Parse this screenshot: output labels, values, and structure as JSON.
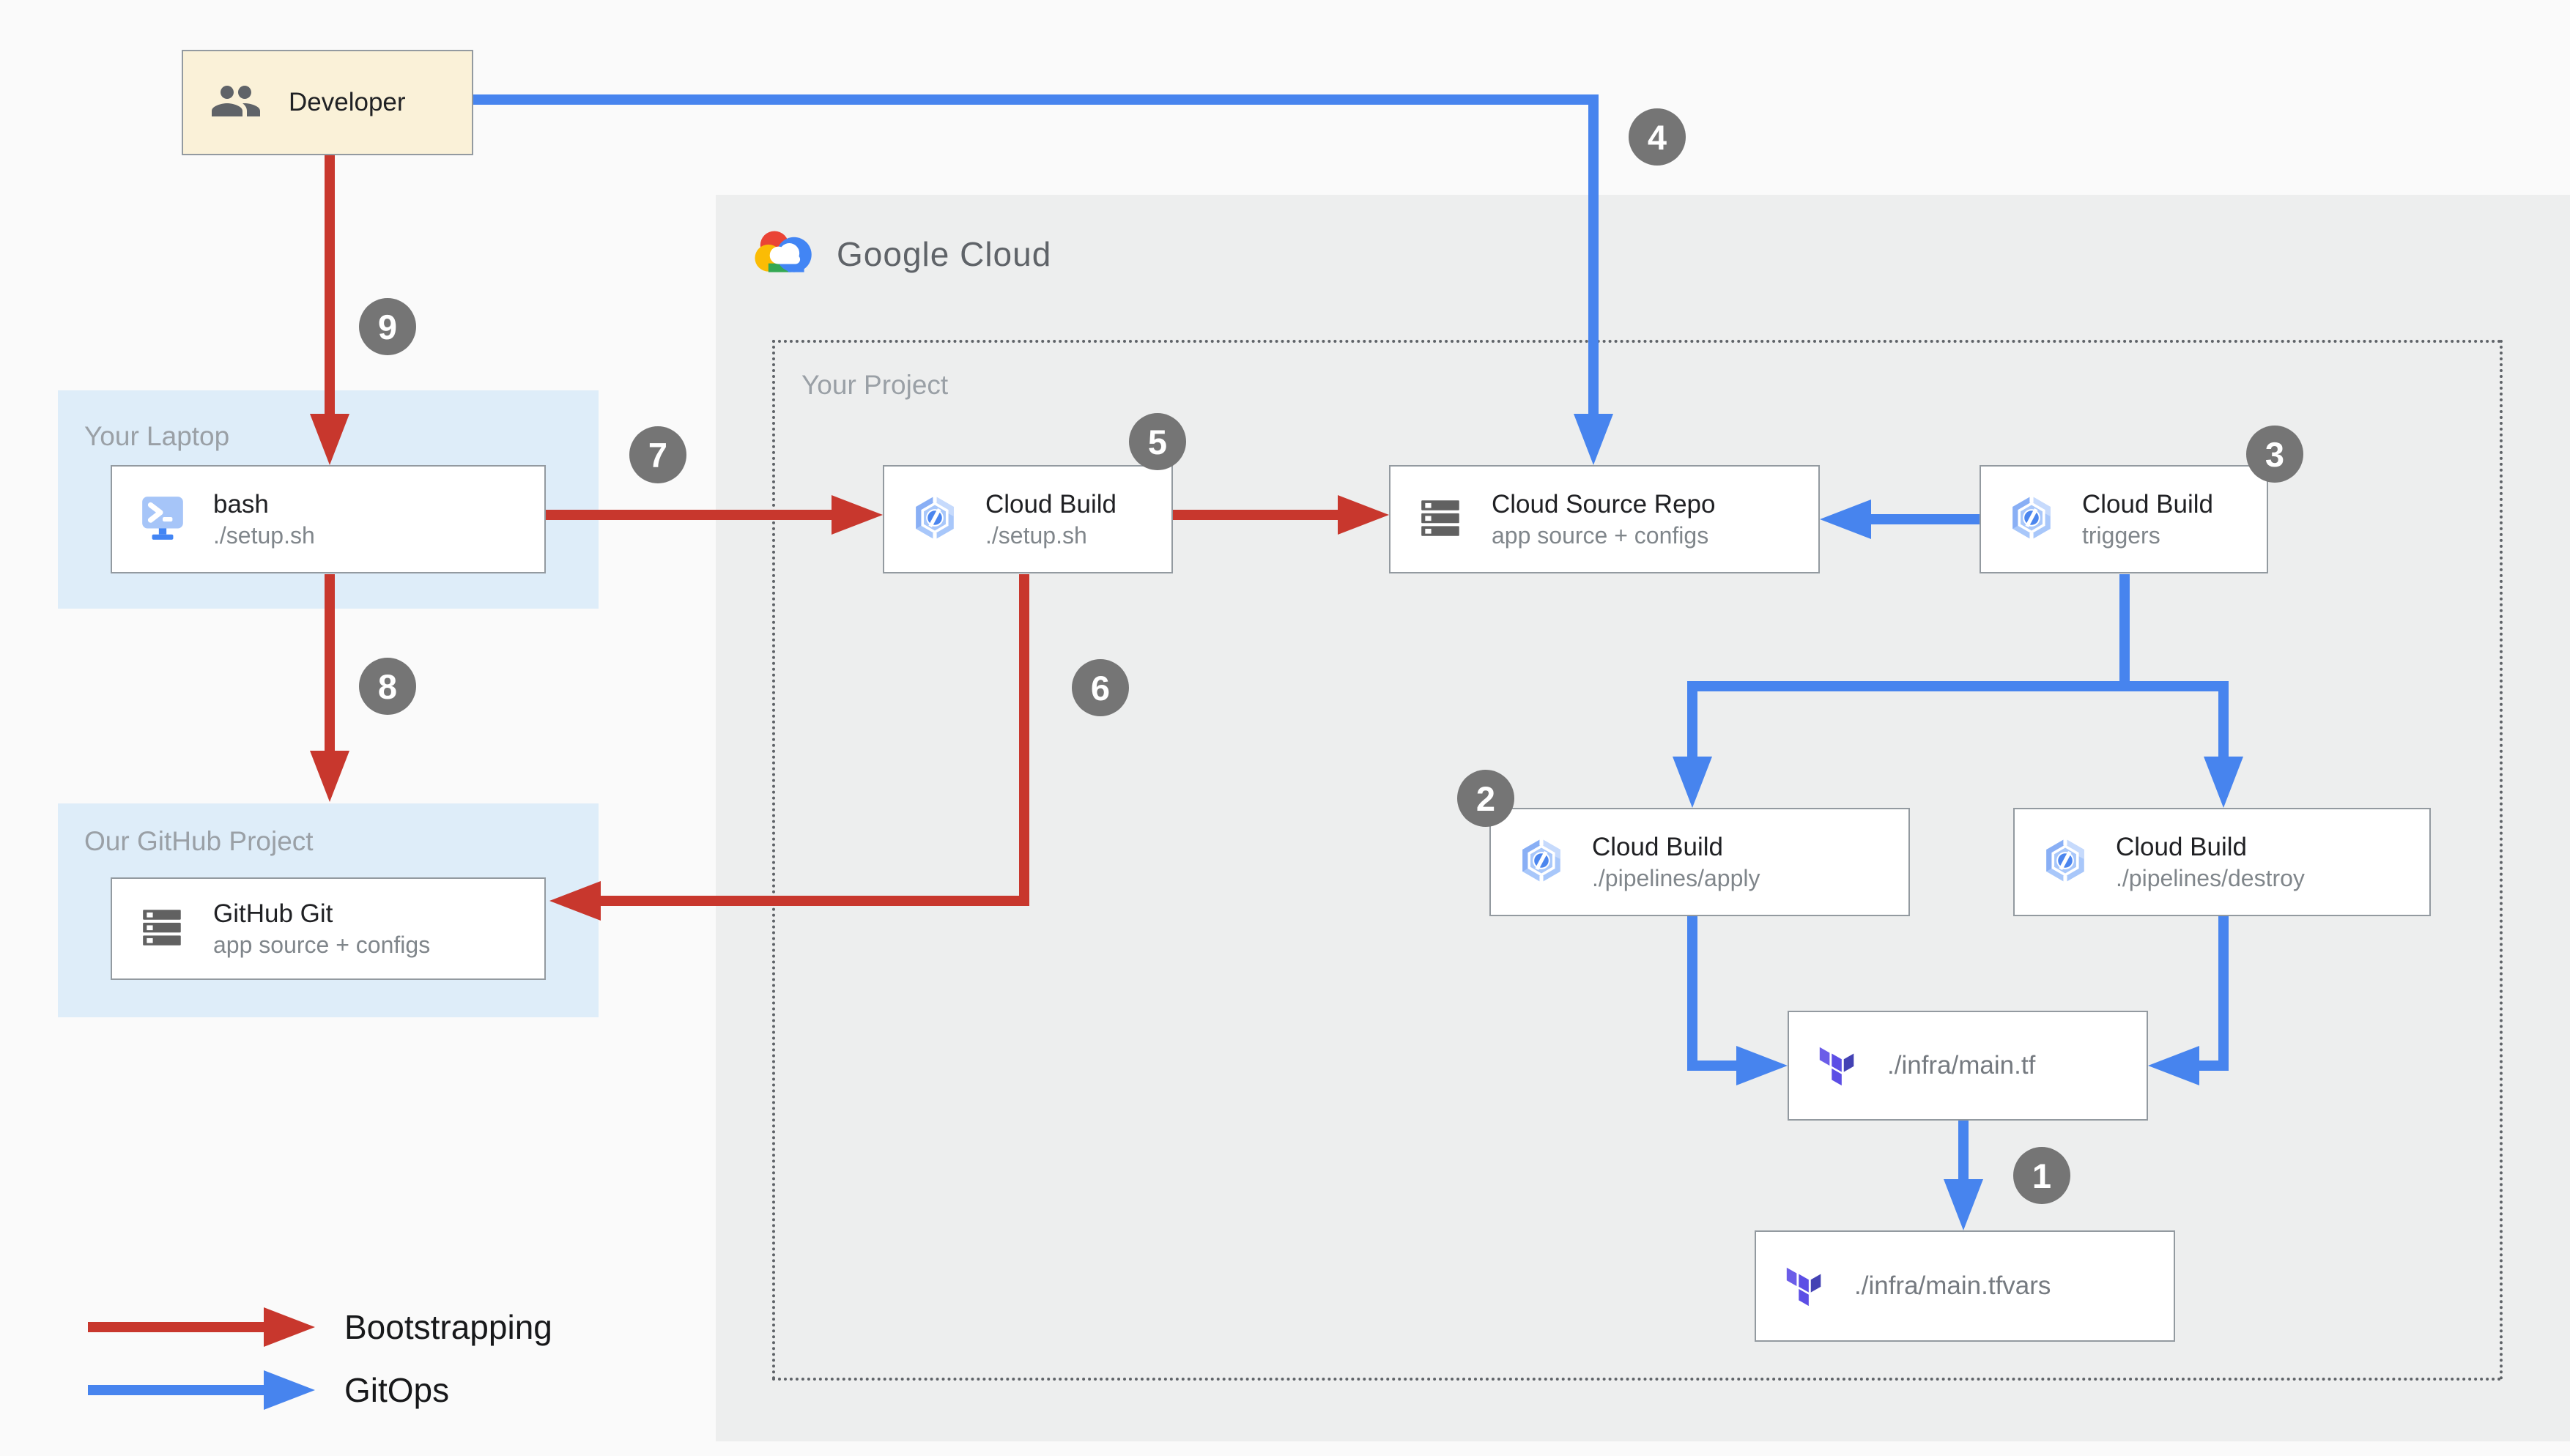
{
  "logo": {
    "text": "Google Cloud"
  },
  "panels": {
    "your_project": {
      "label": "Your Project"
    },
    "your_laptop": {
      "label": "Your Laptop"
    },
    "our_github_project": {
      "label": "Our GitHub Project"
    }
  },
  "nodes": {
    "developer": {
      "title": "Developer"
    },
    "bash": {
      "title": "bash",
      "subtitle": "./setup.sh"
    },
    "github_git": {
      "title": "GitHub Git",
      "subtitle": "app source + configs"
    },
    "cloud_build_setup": {
      "title": "Cloud Build",
      "subtitle": "./setup.sh"
    },
    "cloud_source_repo": {
      "title": "Cloud Source Repo",
      "subtitle": "app source + configs"
    },
    "cloud_build_triggers": {
      "title": "Cloud Build",
      "subtitle": "triggers"
    },
    "cloud_build_apply": {
      "title": "Cloud Build",
      "subtitle": "./pipelines/apply"
    },
    "cloud_build_destroy": {
      "title": "Cloud Build",
      "subtitle": "./pipelines/destroy"
    },
    "infra_main_tf": {
      "title": "./infra/main.tf"
    },
    "infra_main_tfvars": {
      "title": "./infra/main.tfvars"
    }
  },
  "steps": {
    "s1": "1",
    "s2": "2",
    "s3": "3",
    "s4": "4",
    "s5": "5",
    "s6": "6",
    "s7": "7",
    "s8": "8",
    "s9": "9"
  },
  "legend": {
    "bootstrapping": {
      "label": "Bootstrapping",
      "color": "#C8372D"
    },
    "gitops": {
      "label": "GitOps",
      "color": "#4784EE"
    }
  },
  "colors": {
    "bootstrapping_red": "#C8372D",
    "gitops_blue": "#4784EE",
    "badge_gray": "#757575",
    "laptop_panel_blue": "#DEEDF9",
    "google_cloud_panel_gray": "#EDEEEE",
    "developer_box_cream": "#FAF1D8",
    "dotted_border_gray": "#5F6368"
  }
}
